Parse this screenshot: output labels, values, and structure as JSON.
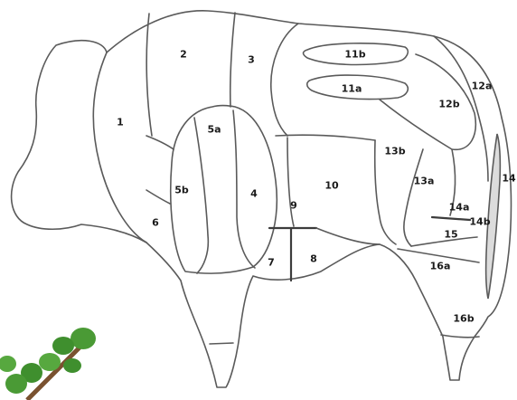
{
  "cuts": [
    {
      "id": "1",
      "label": "1"
    },
    {
      "id": "2",
      "label": "2"
    },
    {
      "id": "3",
      "label": "3"
    },
    {
      "id": "4",
      "label": "4"
    },
    {
      "id": "5a",
      "label": "5a"
    },
    {
      "id": "5b",
      "label": "5b"
    },
    {
      "id": "6",
      "label": "6"
    },
    {
      "id": "7",
      "label": "7"
    },
    {
      "id": "8",
      "label": "8"
    },
    {
      "id": "9",
      "label": "9"
    },
    {
      "id": "10",
      "label": "10"
    },
    {
      "id": "11a",
      "label": "11a"
    },
    {
      "id": "11b",
      "label": "11b"
    },
    {
      "id": "12a",
      "label": "12a"
    },
    {
      "id": "12b",
      "label": "12b"
    },
    {
      "id": "13a",
      "label": "13a"
    },
    {
      "id": "13b",
      "label": "13b"
    },
    {
      "id": "14",
      "label": "14"
    },
    {
      "id": "14a",
      "label": "14a"
    },
    {
      "id": "14b",
      "label": "14b"
    },
    {
      "id": "15",
      "label": "15"
    },
    {
      "id": "16a",
      "label": "16a"
    },
    {
      "id": "16b",
      "label": "16b"
    }
  ],
  "colors": {
    "outline": "#5a5a5a",
    "shaded_cut": "#dcdcdc",
    "foliage": "#3f8f2e",
    "branch": "#7a5230"
  },
  "icons": [
    "foliage-branch-icon"
  ]
}
